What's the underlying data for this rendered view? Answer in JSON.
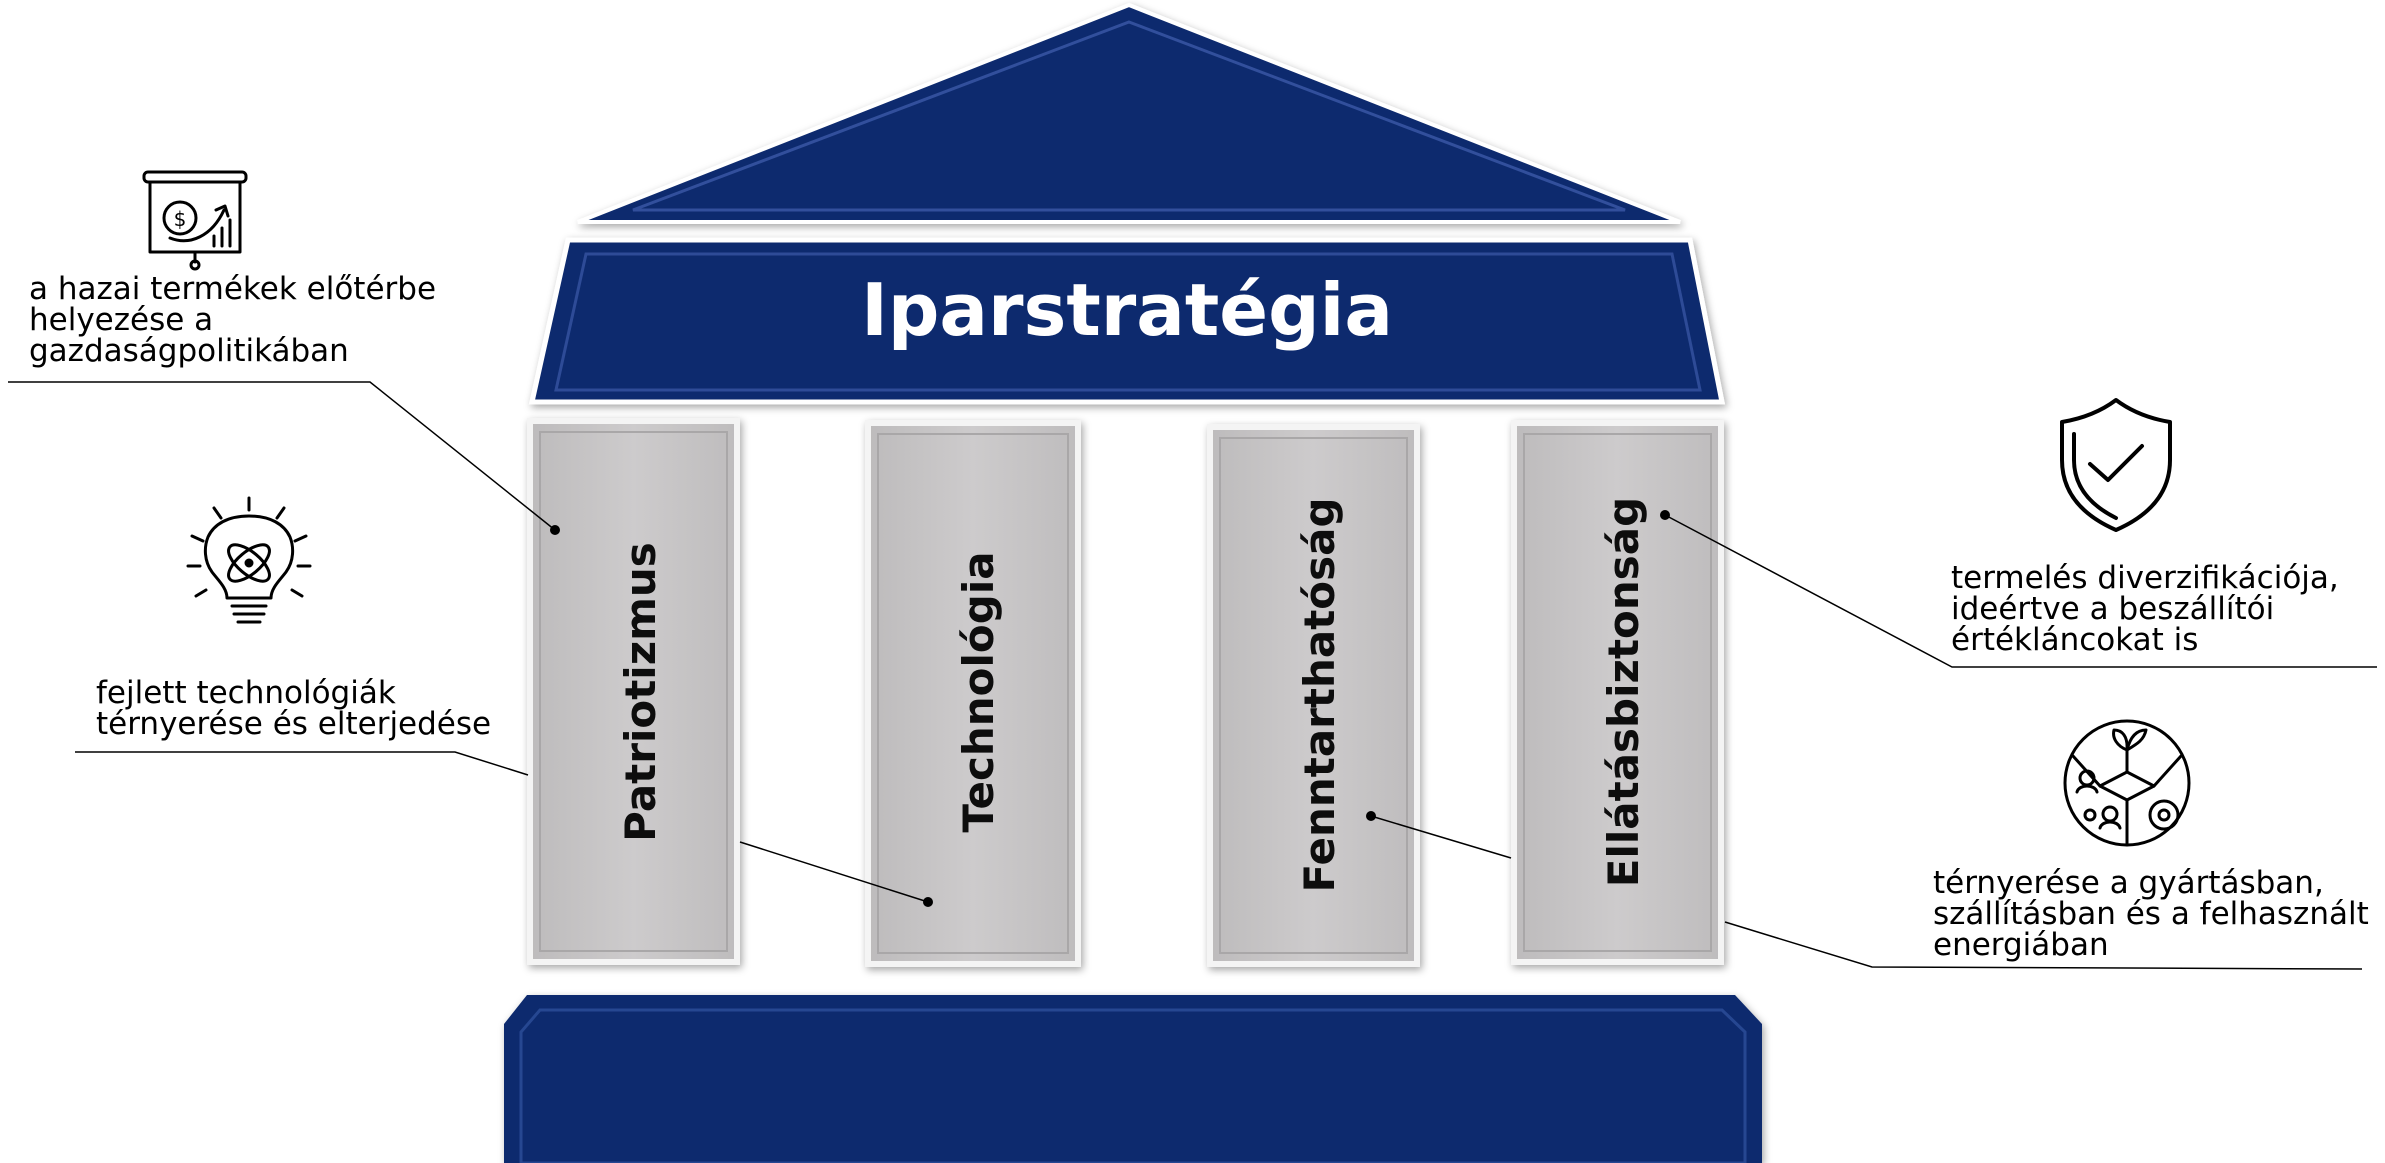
{
  "title": "Iparstratégia",
  "pillars": [
    {
      "label": "Patriotizmus"
    },
    {
      "label": "Technológia"
    },
    {
      "label": "Fenntarthatóság"
    },
    {
      "label": "Ellátásbiztonság"
    }
  ],
  "annotations": {
    "patriotism": {
      "icon": "presentation-dollar-growth-icon",
      "lines": [
        "a hazai termékek előtérbe",
        "helyezése a",
        "gazdaságpolitikában"
      ]
    },
    "technology": {
      "icon": "lightbulb-atom-icon",
      "lines": [
        "fejlett technológiák",
        "térnyerése és elterjedése"
      ]
    },
    "security": {
      "icon": "shield-check-icon",
      "lines": [
        "termelés diverzifikációja,",
        "ideértve a beszállítói",
        "értékláncokat is"
      ]
    },
    "sustainability": {
      "icon": "sustainability-cycle-icon",
      "lines": [
        "térnyerése a gyártásban,",
        "szállításban és a felhasznált",
        "energiában"
      ]
    }
  },
  "colors": {
    "navy": "#0e2a6e",
    "navy_dark": "#0a1f55",
    "navy_light": "#3a5aa8",
    "pillar_grey": "#c9c7c8",
    "pillar_border": "#eeeeee"
  }
}
